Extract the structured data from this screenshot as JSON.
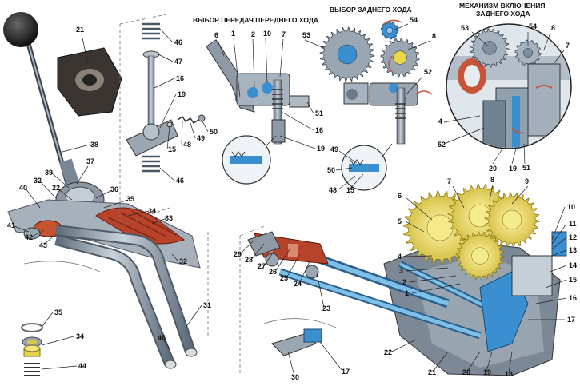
{
  "captions": {
    "forward": "ВЫБОР ПЕРЕДАЧ ПЕРЕДНЕГО ХОДА",
    "reverse": "ВЫБОР ЗАДНЕГО ХОДА",
    "mechanism_line1": "МЕХАНИЗМ ВКЛЮЧЕНИЯ",
    "mechanism_line2": "ЗАДНЕГО ХОДА"
  },
  "colors": {
    "steel": "#7f8fa0",
    "blue": "#3a8fd0",
    "light_blue": "#8ec6ea",
    "red": "#c8553a",
    "yellow": "#e8d84a",
    "dark": "#2b2b2b",
    "leader": "#222222"
  },
  "labels": [
    {
      "id": "l21a",
      "text": "21"
    },
    {
      "id": "l46a",
      "text": "46"
    },
    {
      "id": "l47",
      "text": "47"
    },
    {
      "id": "l16a",
      "text": "16"
    },
    {
      "id": "l19a",
      "text": "19"
    },
    {
      "id": "l50a",
      "text": "50"
    },
    {
      "id": "l49a",
      "text": "49"
    },
    {
      "id": "l48a",
      "text": "48"
    },
    {
      "id": "l15a",
      "text": "15"
    },
    {
      "id": "l46b",
      "text": "46"
    },
    {
      "id": "l38",
      "text": "38"
    },
    {
      "id": "l6a",
      "text": "6"
    },
    {
      "id": "l1a",
      "text": "1"
    },
    {
      "id": "l2a",
      "text": "2"
    },
    {
      "id": "l10a",
      "text": "10"
    },
    {
      "id": "l7a",
      "text": "7"
    },
    {
      "id": "l51a",
      "text": "51"
    },
    {
      "id": "l16b",
      "text": "16"
    },
    {
      "id": "l19b",
      "text": "19"
    },
    {
      "id": "l53a",
      "text": "53"
    },
    {
      "id": "l54a",
      "text": "54"
    },
    {
      "id": "l8a",
      "text": "8"
    },
    {
      "id": "l52a",
      "text": "52"
    },
    {
      "id": "l49b",
      "text": "49"
    },
    {
      "id": "l50b",
      "text": "50"
    },
    {
      "id": "l48b",
      "text": "48"
    },
    {
      "id": "l15b",
      "text": "15"
    },
    {
      "id": "l53b",
      "text": "53"
    },
    {
      "id": "l54b",
      "text": "54"
    },
    {
      "id": "l8b",
      "text": "8"
    },
    {
      "id": "l7b",
      "text": "7"
    },
    {
      "id": "l4a",
      "text": "4"
    },
    {
      "id": "l52b",
      "text": "52"
    },
    {
      "id": "l20a",
      "text": "20"
    },
    {
      "id": "l19c",
      "text": "19"
    },
    {
      "id": "l51b",
      "text": "51"
    },
    {
      "id": "l39",
      "text": "39"
    },
    {
      "id": "l37",
      "text": "37"
    },
    {
      "id": "l32a",
      "text": "32"
    },
    {
      "id": "l40",
      "text": "40"
    },
    {
      "id": "l22a",
      "text": "22"
    },
    {
      "id": "l36",
      "text": "36"
    },
    {
      "id": "l35a",
      "text": "35"
    },
    {
      "id": "l34a",
      "text": "34"
    },
    {
      "id": "l33",
      "text": "33"
    },
    {
      "id": "l41",
      "text": "41"
    },
    {
      "id": "l42",
      "text": "42"
    },
    {
      "id": "l43",
      "text": "43"
    },
    {
      "id": "l32b",
      "text": "32"
    },
    {
      "id": "l35b",
      "text": "35"
    },
    {
      "id": "l34b",
      "text": "34"
    },
    {
      "id": "l44",
      "text": "44"
    },
    {
      "id": "l31",
      "text": "31"
    },
    {
      "id": "l45",
      "text": "45"
    },
    {
      "id": "l29",
      "text": "29"
    },
    {
      "id": "l28",
      "text": "28"
    },
    {
      "id": "l27",
      "text": "27"
    },
    {
      "id": "l26",
      "text": "26"
    },
    {
      "id": "l25",
      "text": "25"
    },
    {
      "id": "l24",
      "text": "24"
    },
    {
      "id": "l23",
      "text": "23"
    },
    {
      "id": "l30",
      "text": "30"
    },
    {
      "id": "l17a",
      "text": "17"
    },
    {
      "id": "l6b",
      "text": "6"
    },
    {
      "id": "l5",
      "text": "5"
    },
    {
      "id": "l7c",
      "text": "7"
    },
    {
      "id": "l8c",
      "text": "8"
    },
    {
      "id": "l9",
      "text": "9"
    },
    {
      "id": "l10b",
      "text": "10"
    },
    {
      "id": "l11",
      "text": "11"
    },
    {
      "id": "l12",
      "text": "12"
    },
    {
      "id": "l13",
      "text": "13"
    },
    {
      "id": "l14",
      "text": "14"
    },
    {
      "id": "l15c",
      "text": "15"
    },
    {
      "id": "l16c",
      "text": "16"
    },
    {
      "id": "l17b",
      "text": "17"
    },
    {
      "id": "l4b",
      "text": "4"
    },
    {
      "id": "l3",
      "text": "3"
    },
    {
      "id": "l2b",
      "text": "2"
    },
    {
      "id": "l1b",
      "text": "1"
    },
    {
      "id": "l22b",
      "text": "22"
    },
    {
      "id": "l21b",
      "text": "21"
    },
    {
      "id": "l20b",
      "text": "20"
    },
    {
      "id": "l19d",
      "text": "19"
    },
    {
      "id": "l18",
      "text": "18"
    }
  ]
}
